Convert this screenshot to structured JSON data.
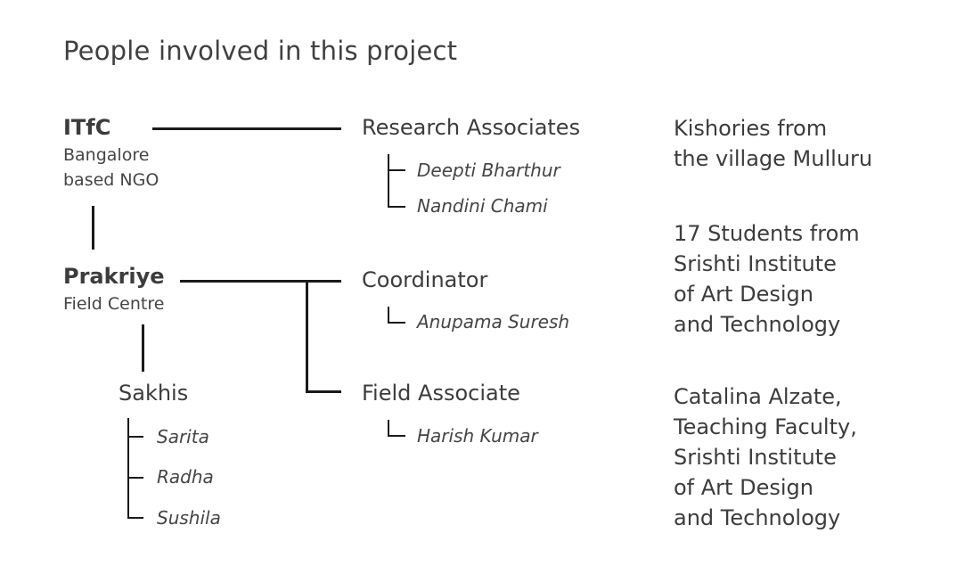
{
  "title": "People involved in this project",
  "itfc": {
    "name": "ITfC",
    "desc_line1": "Bangalore",
    "desc_line2": "based NGO"
  },
  "prakriye": {
    "name": "Prakriye",
    "desc": "Field Centre"
  },
  "sakhis": {
    "label": "Sakhis",
    "members": [
      "Sarita",
      "Radha",
      "Sushila"
    ]
  },
  "research_associates": {
    "label": "Research Associates",
    "members": [
      "Deepti Bharthur",
      "Nandini Chami"
    ]
  },
  "coordinator": {
    "label": "Coordinator",
    "members": [
      "Anupama Suresh"
    ]
  },
  "field_associate": {
    "label": "Field Associate",
    "members": [
      "Harish Kumar"
    ]
  },
  "participants": {
    "kishories": "Kishories from\nthe village Mulluru",
    "students": "17 Students from\nSrishti Institute\nof Art Design\nand Technology",
    "faculty": "Catalina Alzate,\nTeaching Faculty,\nSrishti Institute\nof Art Design\nand Technology"
  }
}
